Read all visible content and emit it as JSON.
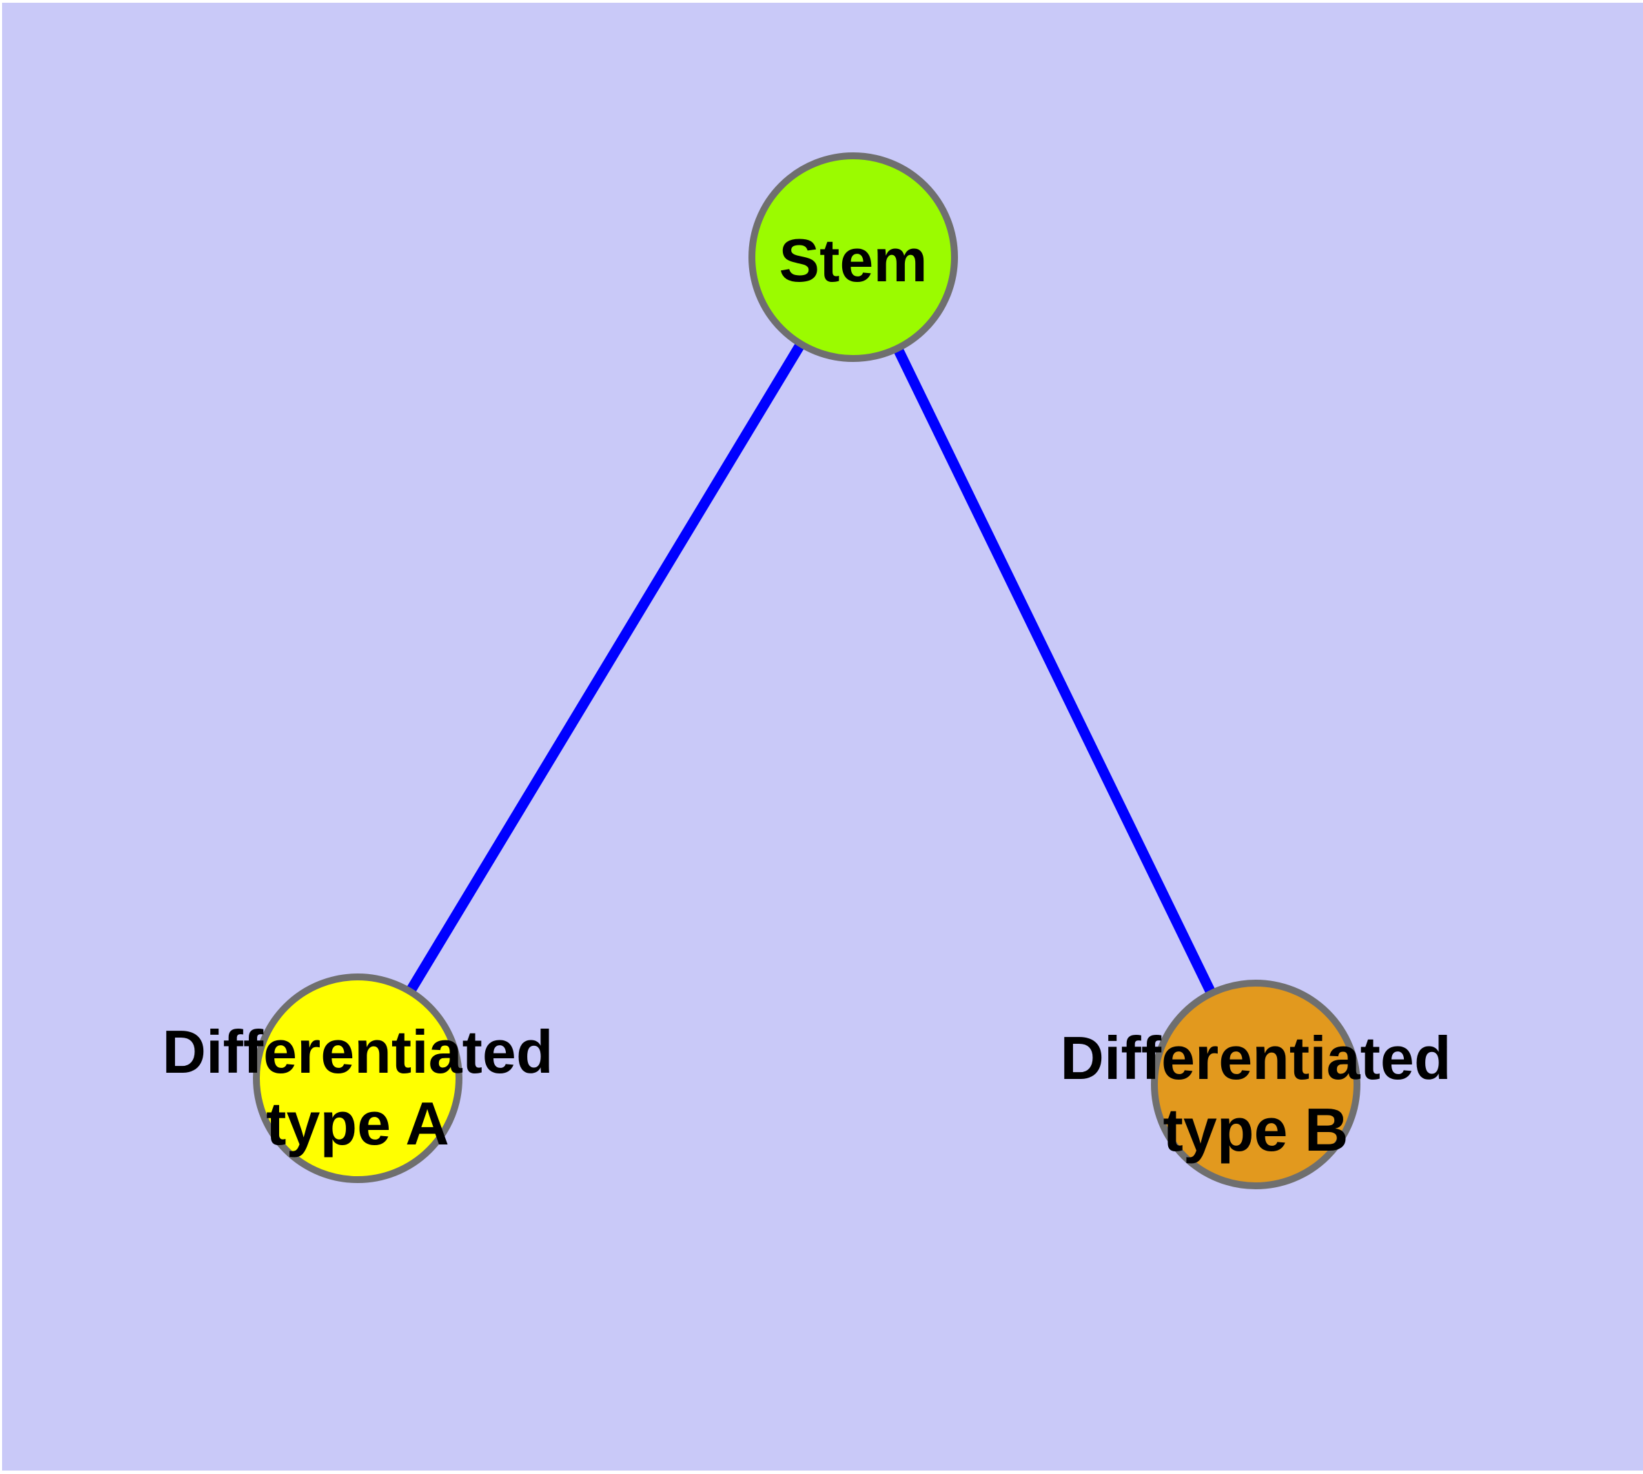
{
  "diagram": {
    "type": "node-link-graph",
    "background_color": "#C9C9F8",
    "edge_color": "#0000FF",
    "node_border_color": "#6F6F6F",
    "label_color": "#000000",
    "nodes": [
      {
        "id": "stem",
        "label": "Stem",
        "fill_color": "#9BFB00"
      },
      {
        "id": "differentiated-type-a",
        "label": "Differentiated type A",
        "label_line1": "Differentiated",
        "label_line2": "type A",
        "fill_color": "#FFFF00"
      },
      {
        "id": "differentiated-type-b",
        "label": "Differentiated type B",
        "label_line1": "Differentiated",
        "label_line2": "type B",
        "fill_color": "#E2991E"
      }
    ],
    "edges": [
      {
        "source": "stem",
        "target": "differentiated-type-a"
      },
      {
        "source": "stem",
        "target": "differentiated-type-b"
      }
    ]
  }
}
